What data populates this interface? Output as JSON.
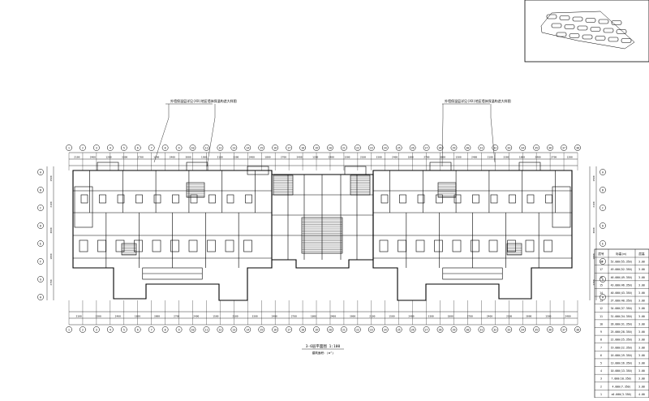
{
  "key_plan": {
    "blocks": 18
  },
  "floor_plan": {
    "title": "3-6层平面图  1:100",
    "subtitle": "建筑面积：(m²)",
    "annotation_left": "外墙保温层详见(XX)地区墙体保温构造大样图",
    "annotation_right": "外墙保温层详见(XX)地区墙体保温构造大样图",
    "axis_bubbles_top": [
      "1",
      "2",
      "3",
      "4",
      "5",
      "6",
      "7",
      "8",
      "9",
      "10",
      "11",
      "12",
      "13",
      "14",
      "15",
      "16",
      "17",
      "18",
      "19",
      "20",
      "21",
      "22",
      "23",
      "24",
      "25",
      "26",
      "27",
      "28",
      "29",
      "30",
      "31",
      "32",
      "33",
      "34",
      "35",
      "36",
      "37",
      "38"
    ],
    "axis_bubbles_side": [
      "A",
      "B",
      "C",
      "D",
      "E",
      "F",
      "G",
      "H"
    ],
    "dim_labels_top": [
      "2100",
      "2400",
      "1200",
      "3300",
      "2700",
      "1800",
      "2400",
      "3000",
      "1500",
      "2100",
      "3300",
      "2400",
      "1800",
      "2700",
      "2400",
      "1200",
      "2400",
      "1500",
      "2100",
      "3300",
      "2400",
      "1800",
      "2700",
      "3000",
      "1500",
      "2400",
      "2100",
      "3300",
      "1800",
      "2400",
      "2700",
      "1200"
    ],
    "dim_labels_bottom": [
      "2100",
      "3300",
      "2400",
      "1800",
      "3000",
      "2700",
      "2400",
      "1500",
      "2100",
      "3300",
      "2400",
      "2700",
      "1800",
      "2400",
      "3000",
      "2100",
      "1500",
      "2400",
      "3300",
      "1800",
      "2700",
      "2400",
      "2100",
      "3000",
      "1500",
      "2400"
    ],
    "side_dims": [
      "1500",
      "2100",
      "3600",
      "1800",
      "2700"
    ]
  },
  "level_table": {
    "headers": [
      "层号",
      "标高(m)",
      "层高"
    ],
    "rows": [
      [
        "18",
        "52.000(55.350)",
        "3.00"
      ],
      [
        "17",
        "49.000(52.350)",
        "3.00"
      ],
      [
        "16",
        "46.000(49.350)",
        "3.00"
      ],
      [
        "15",
        "43.000(46.350)",
        "3.00"
      ],
      [
        "14",
        "40.000(43.350)",
        "3.00"
      ],
      [
        "13",
        "37.000(40.350)",
        "3.00"
      ],
      [
        "12",
        "34.000(37.350)",
        "3.00"
      ],
      [
        "11",
        "31.000(34.350)",
        "3.00"
      ],
      [
        "10",
        "28.000(31.350)",
        "3.00"
      ],
      [
        "9",
        "25.000(28.350)",
        "3.00"
      ],
      [
        "8",
        "22.000(25.350)",
        "3.00"
      ],
      [
        "7",
        "19.000(22.350)",
        "3.00"
      ],
      [
        "6",
        "16.000(19.350)",
        "3.00"
      ],
      [
        "5",
        "13.000(16.350)",
        "3.00"
      ],
      [
        "4",
        "10.000(13.350)",
        "3.00"
      ],
      [
        "3",
        "7.000(10.350)",
        "3.00"
      ],
      [
        "2",
        "4.000(7.350)",
        "3.00"
      ],
      [
        "1",
        "±0.000(3.350)",
        "4.00"
      ]
    ]
  },
  "colors": {
    "line": "#000000",
    "background": "#ffffff"
  }
}
